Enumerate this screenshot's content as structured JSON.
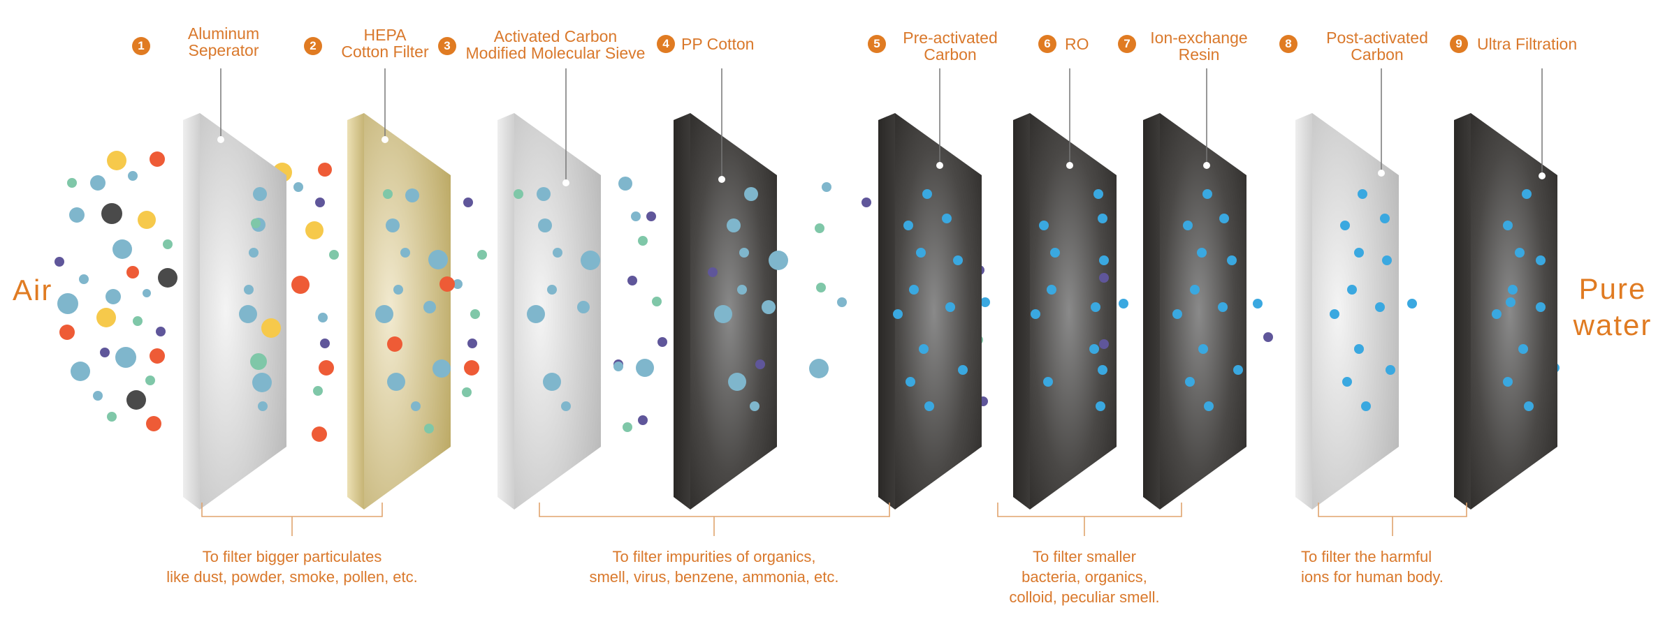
{
  "filters": [
    {
      "number": "1",
      "name_line1": "Aluminum",
      "name_line2": "Seperator",
      "material": "aluminum",
      "panel_color": "#d8d8d8"
    },
    {
      "number": "2",
      "name_line1": "HEPA",
      "name_line2": "Cotton Filter",
      "material": "hepa-cotton",
      "panel_color": "#cdbd84"
    },
    {
      "number": "3",
      "name_line1": "Activated Carbon",
      "name_line2": "Modified Molecular Sieve",
      "material": "molecular-sieve",
      "panel_color": "#d8d8d8"
    },
    {
      "number": "4",
      "name_line1": "PP Cotton",
      "name_line2": "",
      "material": "pp-cotton",
      "panel_color": "#3a3836"
    },
    {
      "number": "5",
      "name_line1": "Pre-activated",
      "name_line2": "Carbon",
      "material": "carbon",
      "panel_color": "#3a3836"
    },
    {
      "number": "6",
      "name_line1": "RO",
      "name_line2": "",
      "material": "ro-membrane",
      "panel_color": "#3a3836"
    },
    {
      "number": "7",
      "name_line1": "Ion-exchange",
      "name_line2": "Resin",
      "material": "resin",
      "panel_color": "#3a3836"
    },
    {
      "number": "8",
      "name_line1": "Post-activated",
      "name_line2": "Carbon",
      "material": "carbon",
      "panel_color": "#d8d8d8"
    },
    {
      "number": "9",
      "name_line1": "Ultra Filtration",
      "name_line2": "",
      "material": "uf-membrane",
      "panel_color": "#3a3836"
    }
  ],
  "input_label": "Air",
  "output_label_line1": "Pure",
  "output_label_line2": "water",
  "groups": [
    {
      "line1": "To filter bigger particulates",
      "line2": "like dust, powder, smoke, pollen, etc.",
      "line3": ""
    },
    {
      "line1": "To filter impurities of organics,",
      "line2": "smell, virus, benzene, ammonia, etc.",
      "line3": ""
    },
    {
      "line1": "To filter smaller",
      "line2": "bacteria, organics,",
      "line3": "colloid, peculiar smell."
    },
    {
      "line1": "To filter the harmful",
      "line2": "ions for human body.",
      "line3": ""
    }
  ],
  "colors": {
    "accent": "#e07b22",
    "text": "#d9782b",
    "particle_blue": "#7fb6cc",
    "particle_teal": "#7fc7a8",
    "particle_yellow": "#f6c94b",
    "particle_red": "#ee5b36",
    "particle_dark": "#4a4a4a",
    "particle_purple": "#5f569a",
    "particle_bright_blue": "#3aa8e0"
  }
}
